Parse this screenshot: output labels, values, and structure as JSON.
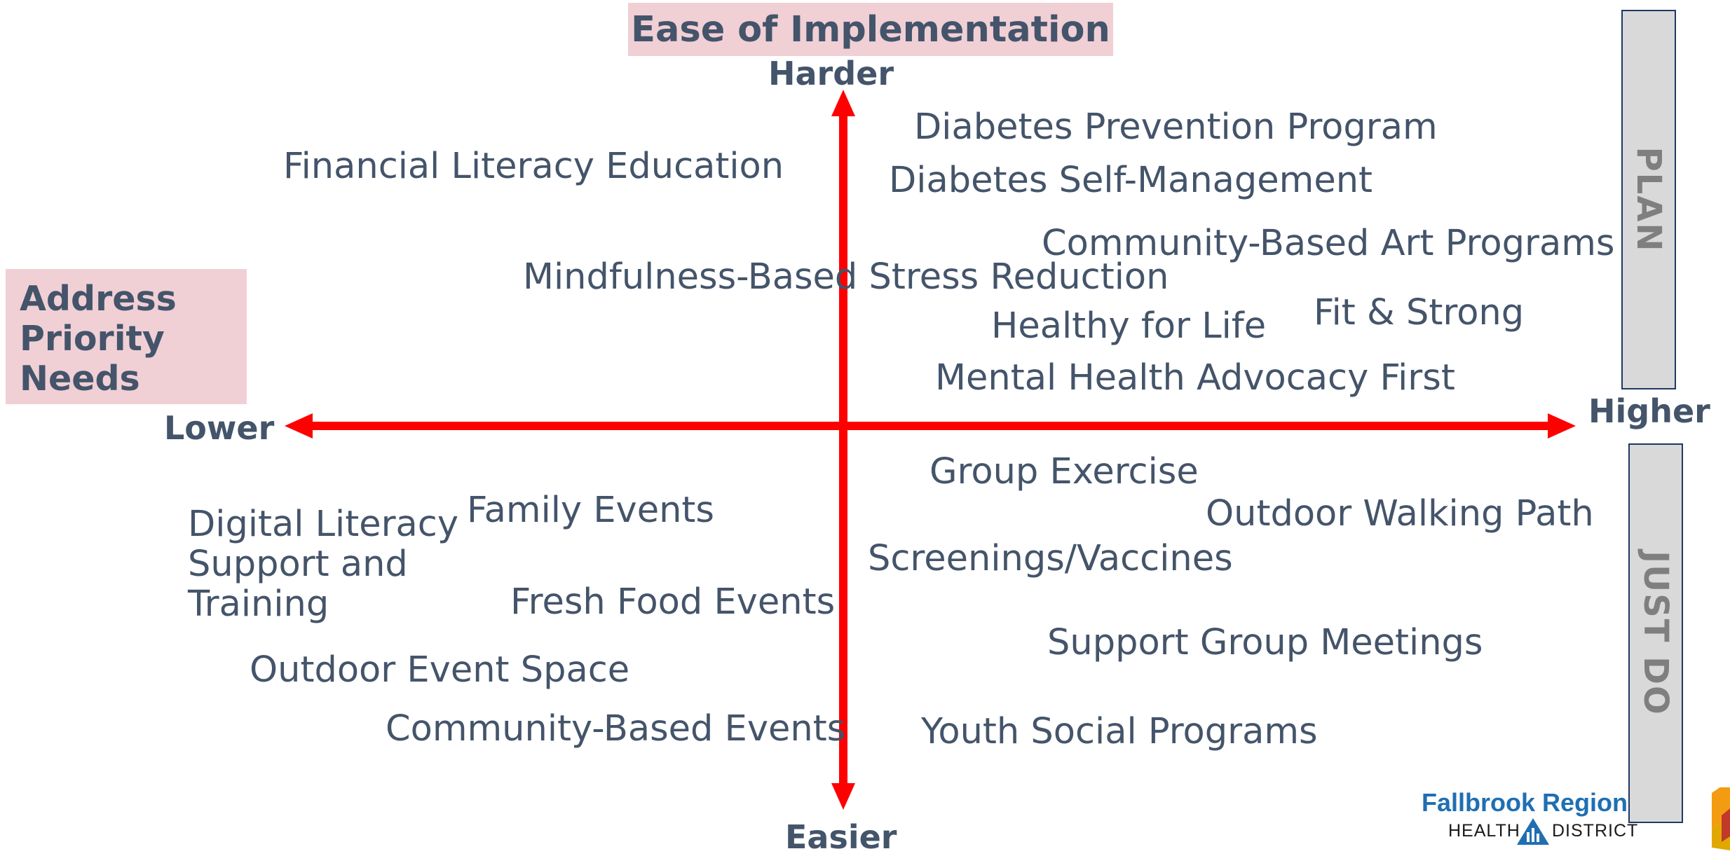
{
  "title": "Ease of Implementation",
  "side_title": [
    "Address",
    "Priority",
    "Needs"
  ],
  "axes": {
    "top": "Harder",
    "bottom": "Easier",
    "left": "Lower",
    "right": "Higher"
  },
  "bands": {
    "upper": "PLAN",
    "lower": "JUST DO"
  },
  "items": {
    "diabetes_prevention": "Diabetes Prevention Program",
    "financial_literacy": "Financial Literacy Education",
    "diabetes_self_mgmt": "Diabetes Self-Management",
    "community_art": "Community-Based Art Programs",
    "mbsr": "Mindfulness-Based Stress Reduction",
    "healthy_for_life": "Healthy for Life",
    "fit_strong": "Fit & Strong",
    "mental_health": "Mental Health Advocacy First",
    "group_exercise": "Group Exercise",
    "family_events": "Family Events",
    "outdoor_walking": "Outdoor Walking Path",
    "digital_literacy": [
      "Digital Literacy",
      "Support and",
      "Training"
    ],
    "screenings": "Screenings/Vaccines",
    "fresh_food": "Fresh Food Events",
    "support_group": "Support Group Meetings",
    "outdoor_event_space": "Outdoor Event Space",
    "community_events": "Community-Based Events",
    "youth_social": "Youth Social Programs"
  },
  "logo": {
    "line1": "Fallbrook Region",
    "line2_left": "HEALTH",
    "line2_right": "DISTRICT"
  },
  "colors": {
    "axis": "#FF0000",
    "text": "#44546A",
    "header_bg": "#F0D0D5",
    "band_bg": "#D9D9D9",
    "logo_blue": "#1F6FB2"
  }
}
